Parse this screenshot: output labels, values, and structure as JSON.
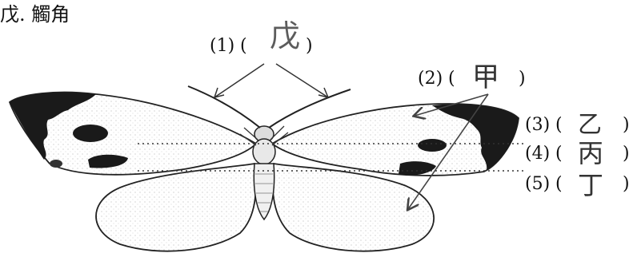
{
  "header_text": "戊. 觸角",
  "labels": [
    {
      "num": "(1)",
      "answer": "戊"
    },
    {
      "num": "(2)",
      "answer": "甲"
    },
    {
      "num": "(3)",
      "answer": "乙"
    },
    {
      "num": "(4)",
      "answer": "丙"
    },
    {
      "num": "(5)",
      "answer": "丁"
    }
  ],
  "bracket_open": "(",
  "bracket_close": ")"
}
